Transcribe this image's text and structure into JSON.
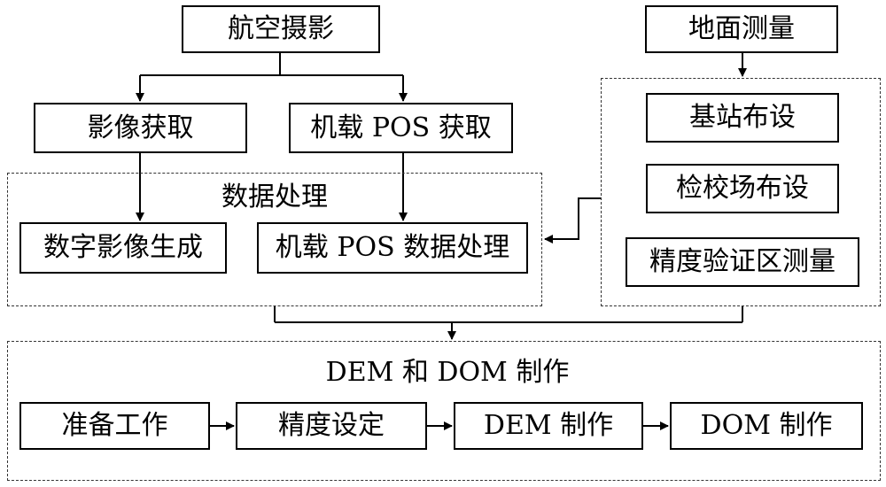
{
  "diagram": {
    "nodes": {
      "aerial_photography": "航空摄影",
      "ground_survey": "地面测量",
      "image_acquisition": "影像获取",
      "pos_acquisition": "机载 POS 获取",
      "base_station": "基站布设",
      "calibration_field": "检校场布设",
      "accuracy_area": "精度验证区测量",
      "digital_image": "数字影像生成",
      "pos_processing": "机载 POS 数据处理",
      "preparation": "准备工作",
      "accuracy_setting": "精度设定",
      "dem_production": "DEM 制作",
      "dom_production": "DOM 制作"
    },
    "groups": {
      "data_processing": "数据处理",
      "dem_dom": "DEM 和 DOM 制作"
    },
    "edges": [
      {
        "from": "aerial_photography",
        "to": "image_acquisition"
      },
      {
        "from": "aerial_photography",
        "to": "pos_acquisition"
      },
      {
        "from": "image_acquisition",
        "to": "digital_image"
      },
      {
        "from": "pos_acquisition",
        "to": "pos_processing"
      },
      {
        "from": "ground_survey",
        "to": "ground_survey_group"
      },
      {
        "from": "ground_survey_group",
        "to": "pos_processing"
      },
      {
        "from": "data_processing",
        "to": "dem_dom"
      },
      {
        "from": "ground_survey_group",
        "to": "dem_dom"
      },
      {
        "from": "preparation",
        "to": "accuracy_setting"
      },
      {
        "from": "accuracy_setting",
        "to": "dem_production"
      },
      {
        "from": "dem_production",
        "to": "dom_production"
      }
    ]
  }
}
